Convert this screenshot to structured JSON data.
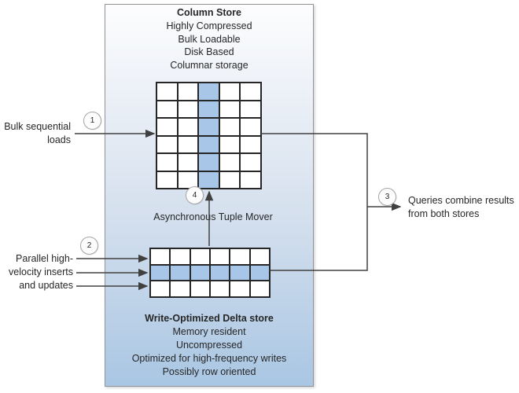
{
  "column_store": {
    "title": "Column Store",
    "features": [
      "Highly Compressed",
      "Bulk Loadable",
      "Disk Based",
      "Columnar storage"
    ],
    "grid": {
      "rows": 6,
      "cols": 5,
      "highlight": "column",
      "highlight_index": 2
    }
  },
  "delta_store": {
    "title": "Write-Optimized Delta store",
    "features": [
      "Memory resident",
      "Uncompressed",
      "Optimized for high-frequency writes",
      "Possibly row oriented"
    ],
    "grid": {
      "rows": 3,
      "cols": 6,
      "highlight": "row",
      "highlight_index": 1
    }
  },
  "flows": {
    "bulk_loads": {
      "number": "1",
      "lines": [
        "Bulk sequential",
        "loads"
      ]
    },
    "inserts": {
      "number": "2",
      "lines": [
        "Parallel high-",
        "velocity inserts",
        "and updates"
      ]
    },
    "queries": {
      "number": "3",
      "lines": [
        "Queries combine results",
        "from both stores"
      ]
    },
    "tuple_mover": {
      "number": "4",
      "label": "Asynchronous Tuple Mover"
    }
  },
  "colors": {
    "text": "#262626",
    "grid_line": "#262626",
    "highlight_cell": "#a8c7e8",
    "container_top": "#fdfdfe",
    "container_mid": "#d5e0ee",
    "container_bottom": "#a9c6e3",
    "container_border": "#949494",
    "arrow": "#404040",
    "circle_border": "#a6a6a6",
    "circle_fill": "#fdfdfd"
  }
}
